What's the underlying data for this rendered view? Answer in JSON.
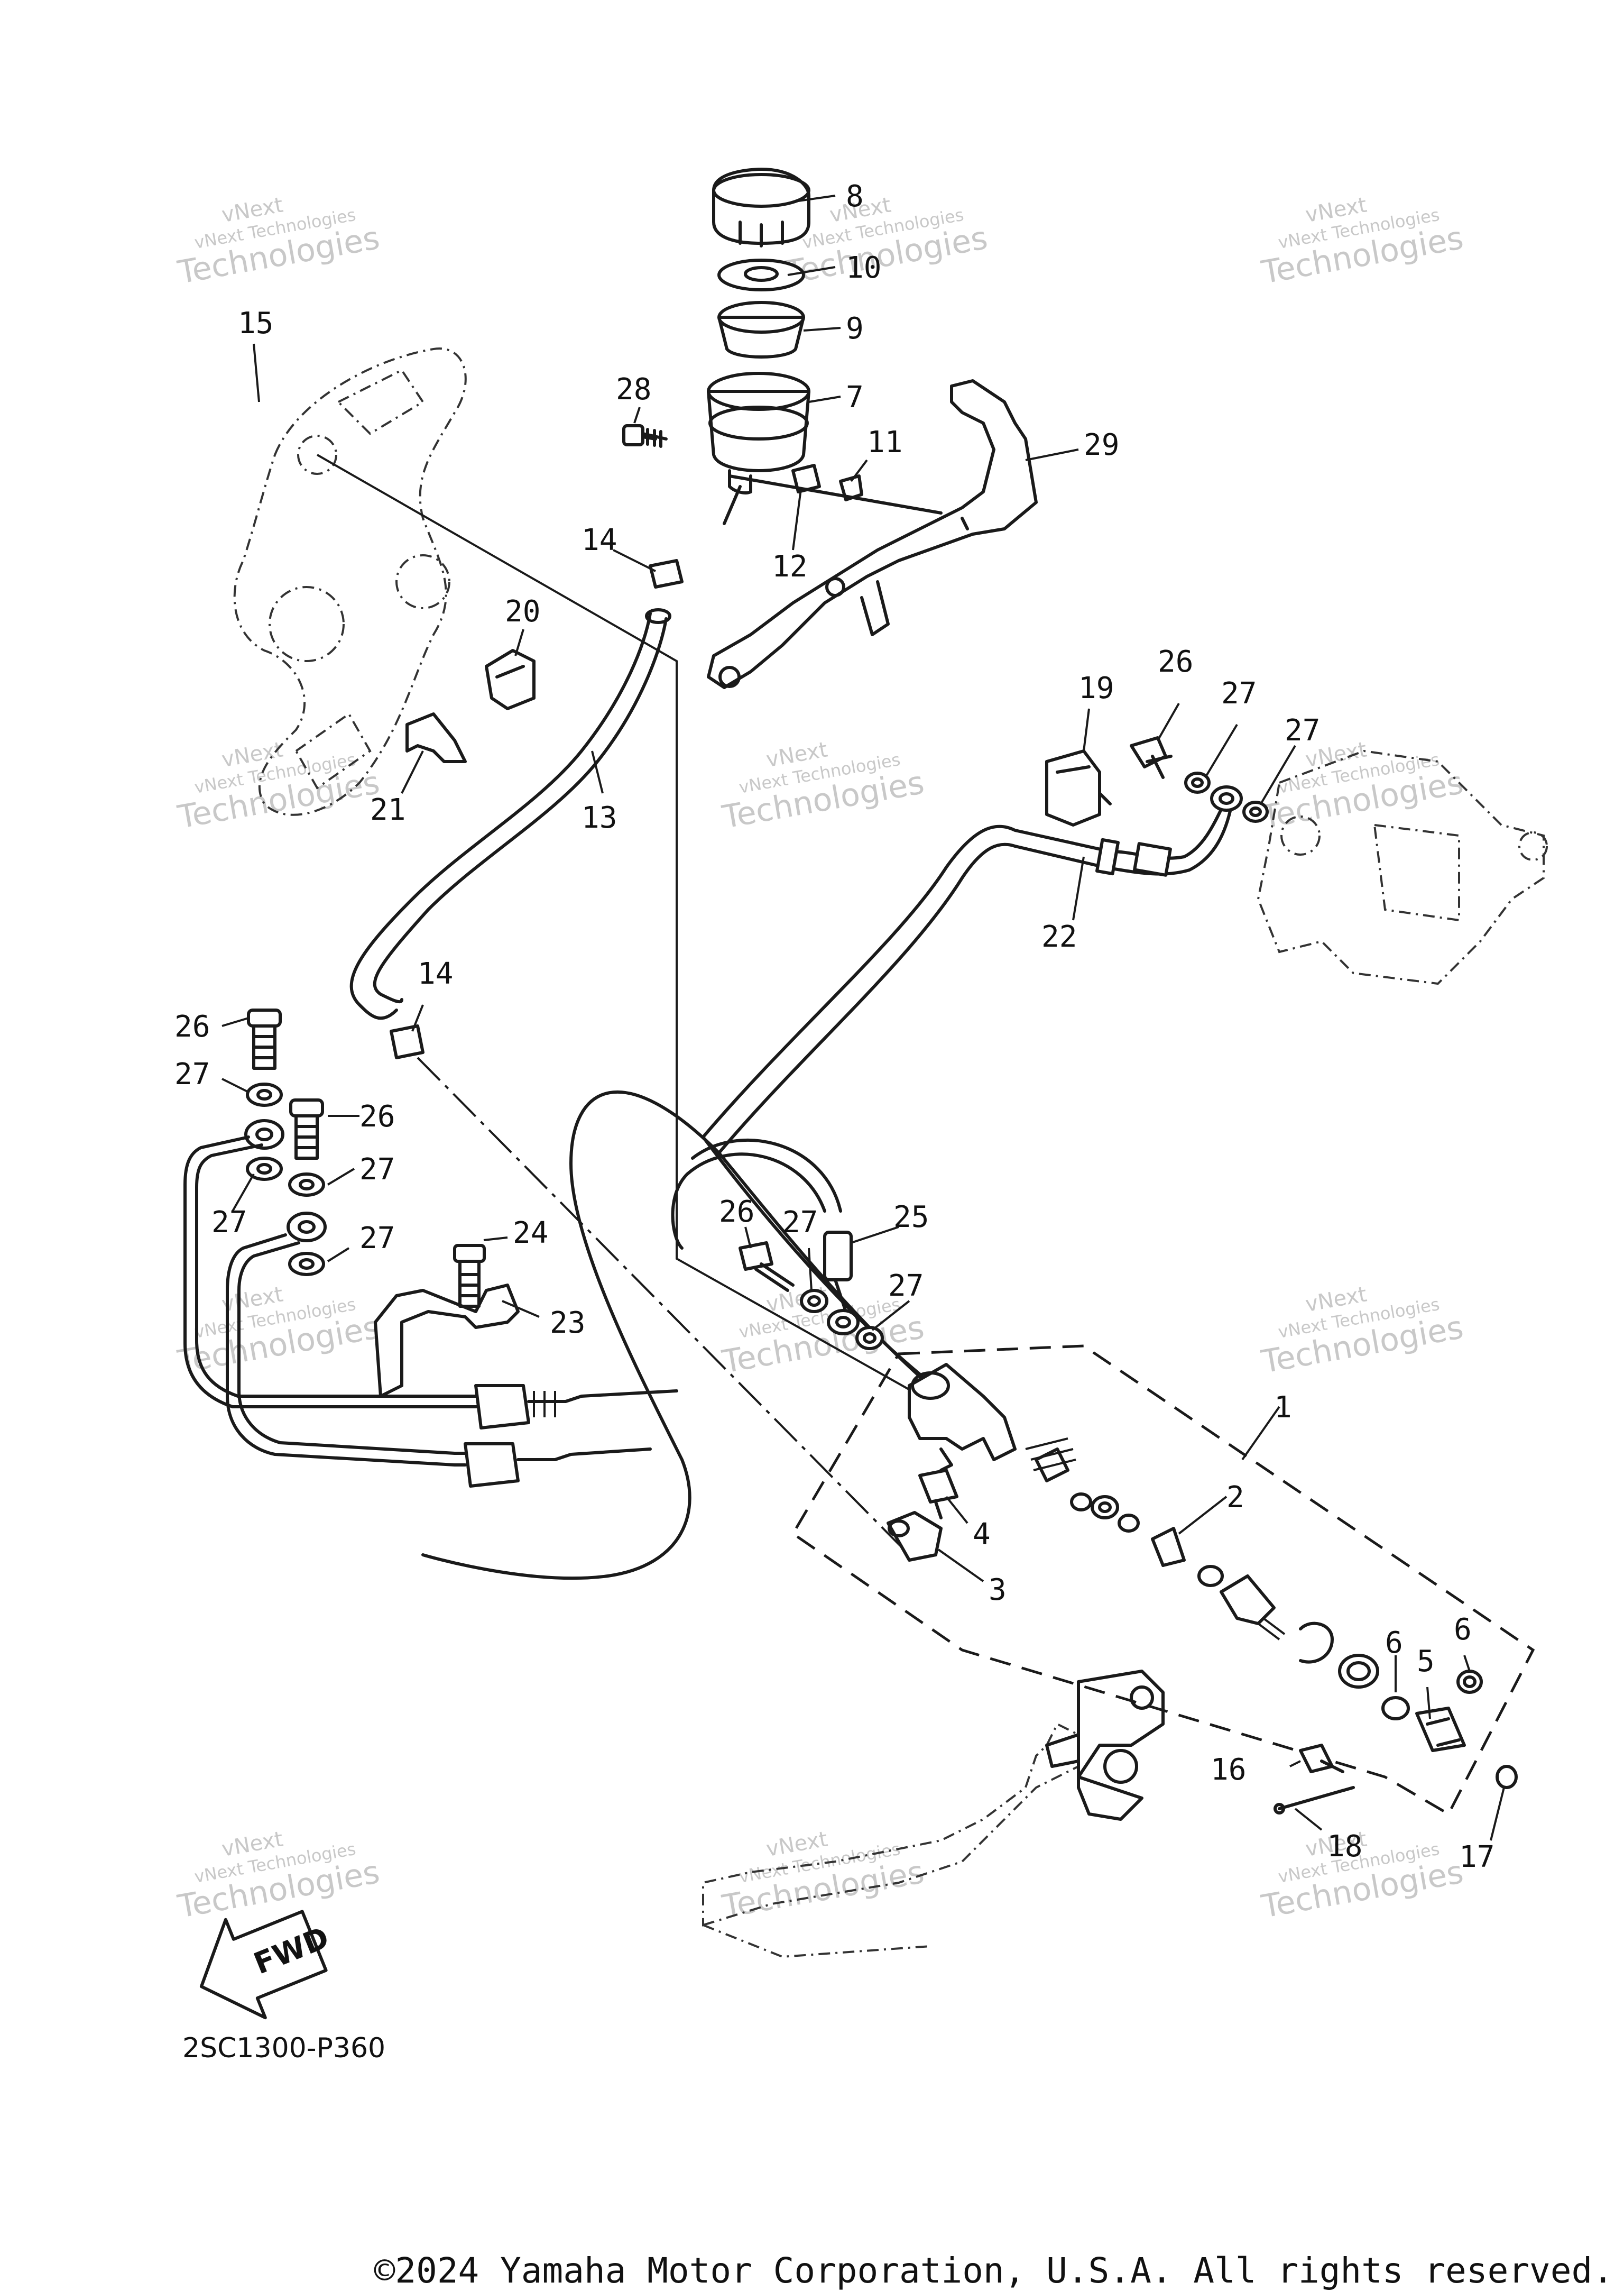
{
  "diagram_code": "2SC1300-P360",
  "copyright": "©2024 Yamaha Motor Corporation, U.S.A. All rights reserved.",
  "watermark": {
    "brand": "vNext",
    "line1": "vNext Technologies",
    "line2": "Technologies"
  },
  "fwd_label": "FWD",
  "callouts": [
    "1",
    "2",
    "3",
    "4",
    "5",
    "6",
    "6",
    "7",
    "8",
    "9",
    "10",
    "11",
    "12",
    "13",
    "14",
    "14",
    "15",
    "16",
    "17",
    "18",
    "19",
    "20",
    "21",
    "22",
    "23",
    "24",
    "25",
    "26",
    "26",
    "26",
    "26",
    "27",
    "27",
    "27",
    "27",
    "27",
    "27",
    "27",
    "28",
    "29"
  ]
}
